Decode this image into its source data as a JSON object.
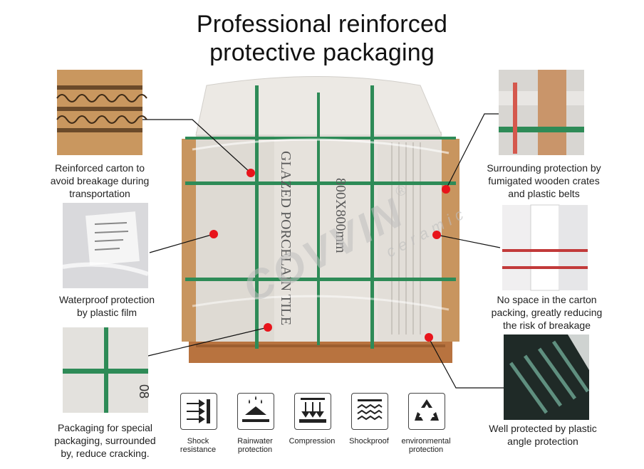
{
  "title_line1": "Professional reinforced",
  "title_line2": "protective packaging",
  "features": [
    {
      "caption": [
        "Reinforced carton to",
        "avoid breakage during",
        "transportation"
      ]
    },
    {
      "caption": [
        "Waterproof protection",
        "by plastic film"
      ]
    },
    {
      "caption": [
        "Packaging for special",
        "packaging, surrounded",
        "by, reduce cracking."
      ]
    },
    {
      "caption": [
        "Surrounding protection by",
        "fumigated wooden crates",
        "and plastic belts"
      ]
    },
    {
      "caption": [
        "No space in the carton",
        "packing, greatly reducing",
        "the risk of breakage"
      ]
    },
    {
      "caption": [
        "Well protected by plastic",
        "angle protection"
      ]
    }
  ],
  "icons": [
    {
      "name": "shock-resistance-icon",
      "label": [
        "Shock",
        "resistance"
      ]
    },
    {
      "name": "rainwater-protection-icon",
      "label": [
        "Rainwater",
        "protection"
      ]
    },
    {
      "name": "compression-icon",
      "label": [
        "Compression"
      ]
    },
    {
      "name": "shockproof-icon",
      "label": [
        "Shockproof"
      ]
    },
    {
      "name": "environmental-protection-icon",
      "label": [
        "environmental",
        "protection"
      ]
    }
  ],
  "box_print": {
    "line1": "GLAZED PORCELAIN TILE",
    "line2": "800X800mm",
    "small_label": "08"
  },
  "watermark": {
    "brand": "COVVIN",
    "sub": "ceramic",
    "mark": "®"
  },
  "colors": {
    "accent_red": "#e8141b",
    "strap_green": "#2e8b57",
    "carton": "#c8955f",
    "wood": "#b8733f"
  }
}
